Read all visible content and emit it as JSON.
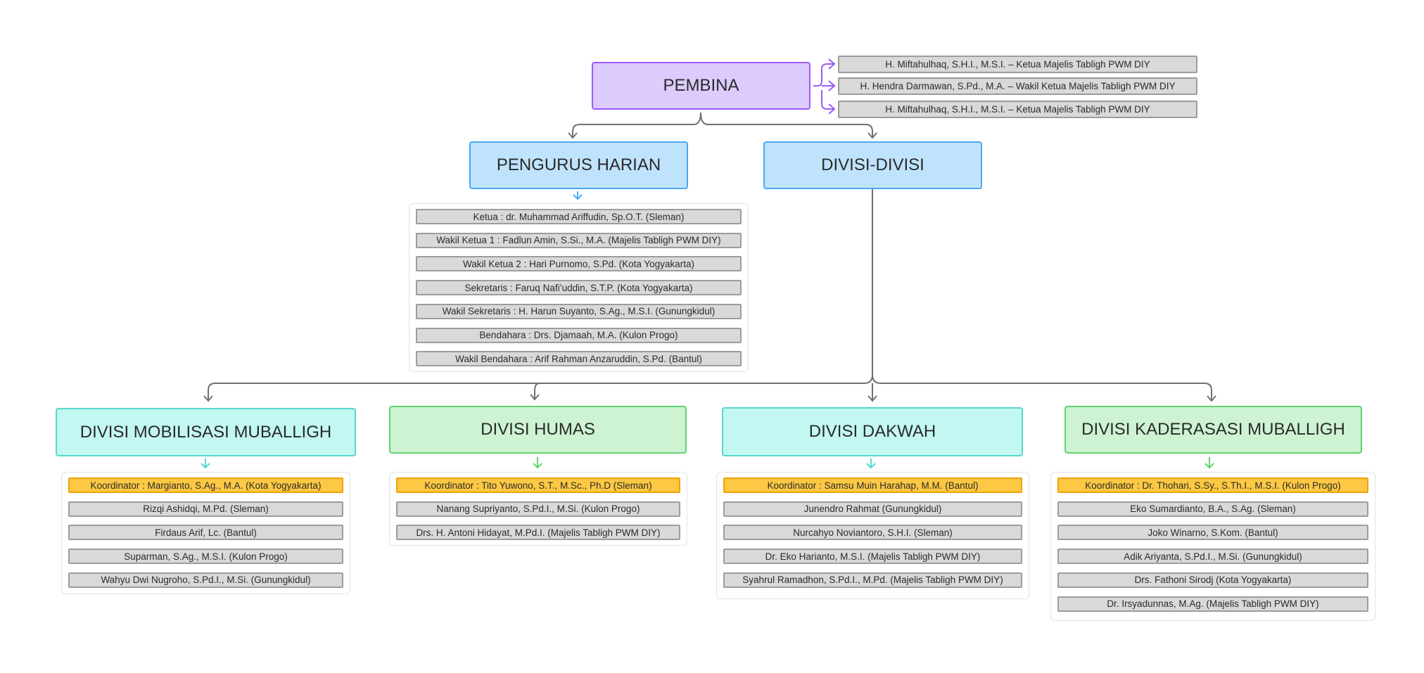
{
  "pembina": {
    "title": "PEMBINA",
    "members": [
      "H. Miftahulhaq, S.H.I., M.S.I. – Ketua Majelis Tabligh PWM DIY",
      "H. Hendra Darmawan, S.Pd., M.A. – Wakil Ketua Majelis Tabligh PWM  DIY",
      "H. Miftahulhaq, S.H.I., M.S.I. – Ketua Majelis Tabligh PWM DIY"
    ]
  },
  "pengurus_harian": {
    "title": "PENGURUS HARIAN",
    "members": [
      "Ketua : dr. Muhammad Ariffudin, Sp.O.T. (Sleman)",
      "Wakil Ketua 1 : Fadlun Amin, S.Si., M.A. (Majelis Tabligh PWM DIY)",
      "Wakil Ketua 2 : Hari Purnomo, S.Pd. (Kota Yogyakarta)",
      "Sekretaris : Faruq Nafi’uddin, S.T.P. (Kota Yogyakarta)",
      "Wakil Sekretaris : H. Harun Suyanto, S.Ag., M.S.I. (Gunungkidul)",
      "Bendahara : Drs. Djamaah, M.A. (Kulon Progo)",
      "Wakil Bendahara : Arif Rahman Anzaruddin, S.Pd. (Bantul)"
    ]
  },
  "divisi_divisi": {
    "title": "DIVISI-DIVISI"
  },
  "divisions": [
    {
      "title": "DIVISI MOBILISASI MUBALLIGH",
      "coordinator": "Koordinator : Margianto, S.Ag., M.A. (Kota Yogyakarta)",
      "members": [
        "Rizqi Ashidqi, M.Pd. (Sleman)",
        "Firdaus Arif, Lc. (Bantul)",
        "Suparman, S.Ag., M.S.I. (Kulon Progo)",
        "Wahyu Dwi Nugroho, S.Pd.I., M.Si. (Gunungkidul)"
      ]
    },
    {
      "title": "DIVISI HUMAS",
      "coordinator": "Koordinator : Tito Yuwono, S.T., M.Sc., Ph.D (Sleman)",
      "members": [
        "Nanang Supriyanto, S.Pd.I., M.Si. (Kulon Progo)",
        "Drs. H. Antoni Hidayat, M.Pd.I. (Majelis Tabligh PWM DIY)"
      ]
    },
    {
      "title": "DIVISI DAKWAH",
      "coordinator": "Koordinator : Samsu Muin Harahap, M.M. (Bantul)",
      "members": [
        "Junendro Rahmat (Gunungkidul)",
        "Nurcahyo Noviantoro, S.H.I. (Sleman)",
        "Dr. Eko Harianto, M.S.I. (Majelis Tabligh PWM DIY)",
        "Syahrul Ramadhon, S.Pd.I., M.Pd. (Majelis Tabligh PWM DIY)"
      ]
    },
    {
      "title": "DIVISI KADERASASI MUBALLIGH",
      "coordinator": "Koordinator : Dr. Thohari, S.Sy., S.Th.I., M.S.I. (Kulon Progo)",
      "members": [
        "Eko Sumardianto, B.A., S.Ag. (Sleman)",
        "Joko Winarno, S.Kom. (Bantul)",
        "Adik Ariyanta, S.Pd.I., M.Si. (Gunungkidul)",
        "Drs. Fathoni Sirodj (Kota Yogyakarta)",
        "Dr. Irsyadunnas, M.Ag. (Majelis Tabligh PWM DIY)"
      ]
    }
  ],
  "colors": {
    "purple": "#9b5cf6",
    "blue": "#4aa8f2",
    "cyan": "#55d8cd",
    "green": "#5fd36f",
    "connector": "#707070",
    "coordinator": "#fdc843"
  }
}
